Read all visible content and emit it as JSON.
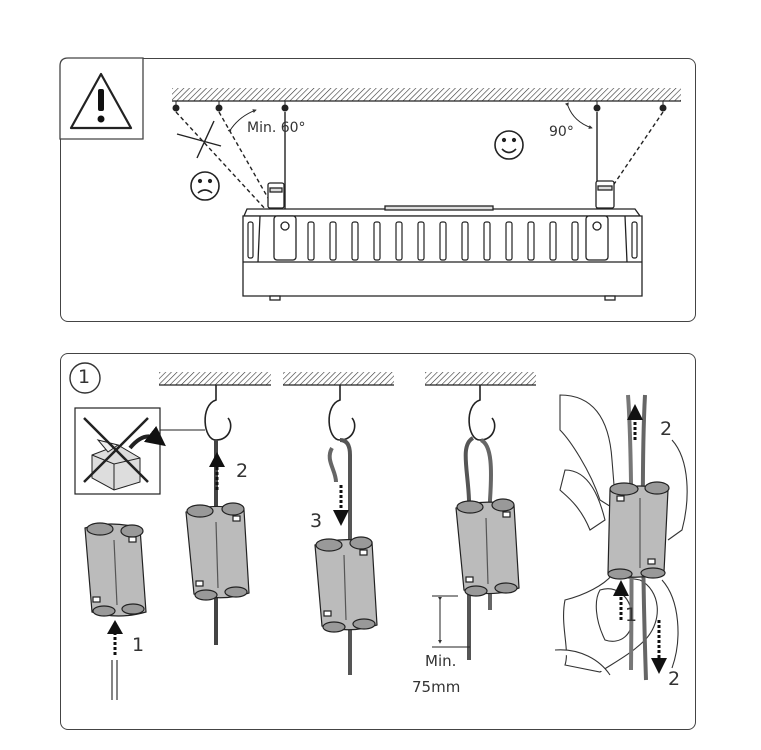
{
  "panel1": {
    "min_angle_label": "Min. 60°",
    "right_angle_label": "90°"
  },
  "panel2": {
    "step_badge": "1",
    "step_labels": {
      "push_up": "1",
      "pull_up": "2",
      "push_down": "3",
      "right_up": "2",
      "right_push": "1",
      "right_down": "2"
    },
    "min_length_label_1": "Min.",
    "min_length_label_2": "75mm"
  }
}
